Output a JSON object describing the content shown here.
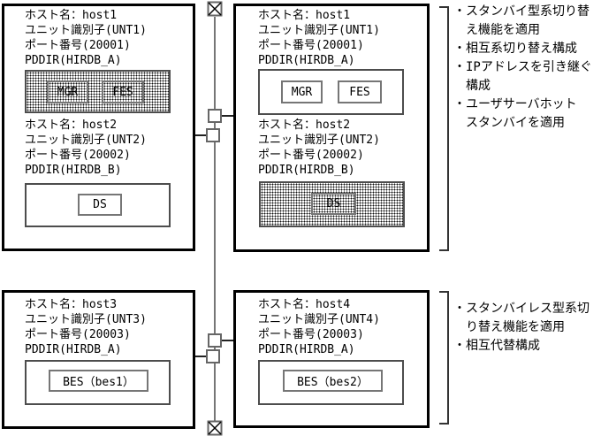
{
  "icons": {
    "network_node": "crossed-box-network-connector-icon"
  },
  "colors": {
    "box_border": "#000000",
    "unit_border": "#4d4d4d",
    "server_border": "#767676",
    "trunk_line": "#767676",
    "hatch_dot": "#111111"
  },
  "boxes": [
    {
      "sections": [
        {
          "info": [
            "ホスト名：host1",
            "ユニット識別子(UNT1)",
            "ポート番号(20001)",
            "PDDIR(HIRDB_A)"
          ],
          "unit": {
            "shaded": true,
            "servers": [
              {
                "label": "MGR",
                "shaded": true
              },
              {
                "label": "FES",
                "shaded": true
              }
            ]
          }
        },
        {
          "info": [
            "ホスト名：host2",
            "ユニット識別子(UNT2)",
            "ポート番号(20002)",
            "PDDIR(HIRDB_B)"
          ],
          "unit": {
            "shaded": false,
            "servers": [
              {
                "label": "DS",
                "shaded": false
              }
            ]
          }
        }
      ]
    },
    {
      "sections": [
        {
          "info": [
            "ホスト名：host1",
            "ユニット識別子(UNT1)",
            "ポート番号(20001)",
            "PDDIR(HIRDB_A)"
          ],
          "unit": {
            "shaded": false,
            "servers": [
              {
                "label": "MGR",
                "shaded": false
              },
              {
                "label": "FES",
                "shaded": false
              }
            ]
          }
        },
        {
          "info": [
            "ホスト名：host2",
            "ユニット識別子(UNT2)",
            "ポート番号(20002)",
            "PDDIR(HIRDB_B)"
          ],
          "unit": {
            "shaded": true,
            "servers": [
              {
                "label": "DS",
                "shaded": true
              }
            ]
          }
        }
      ]
    },
    {
      "sections": [
        {
          "info": [
            "ホスト名：host3",
            "ユニット識別子(UNT3)",
            "ポート番号(20003)",
            "PDDIR(HIRDB_A)"
          ],
          "unit": {
            "shaded": false,
            "servers": [
              {
                "label": "BES（bes1）",
                "shaded": false
              }
            ]
          }
        }
      ]
    },
    {
      "sections": [
        {
          "info": [
            "ホスト名：host4",
            "ユニット識別子(UNT4)",
            "ポート番号(20003)",
            "PDDIR(HIRDB_A)"
          ],
          "unit": {
            "shaded": false,
            "servers": [
              {
                "label": "BES（bes2）",
                "shaded": false
              }
            ]
          }
        }
      ]
    }
  ],
  "annotations": [
    {
      "lines": [
        "・スタンバイ型系切り替",
        "　え機能を適用",
        "・相互系切り替え構成",
        "・IPアドレスを引き継ぐ",
        "　構成",
        "・ユーザサーバホット",
        "　スタンバイを適用"
      ]
    },
    {
      "lines": [
        "・スタンバイレス型系切",
        "　り替え機能を適用",
        "・相互代替構成"
      ]
    }
  ]
}
